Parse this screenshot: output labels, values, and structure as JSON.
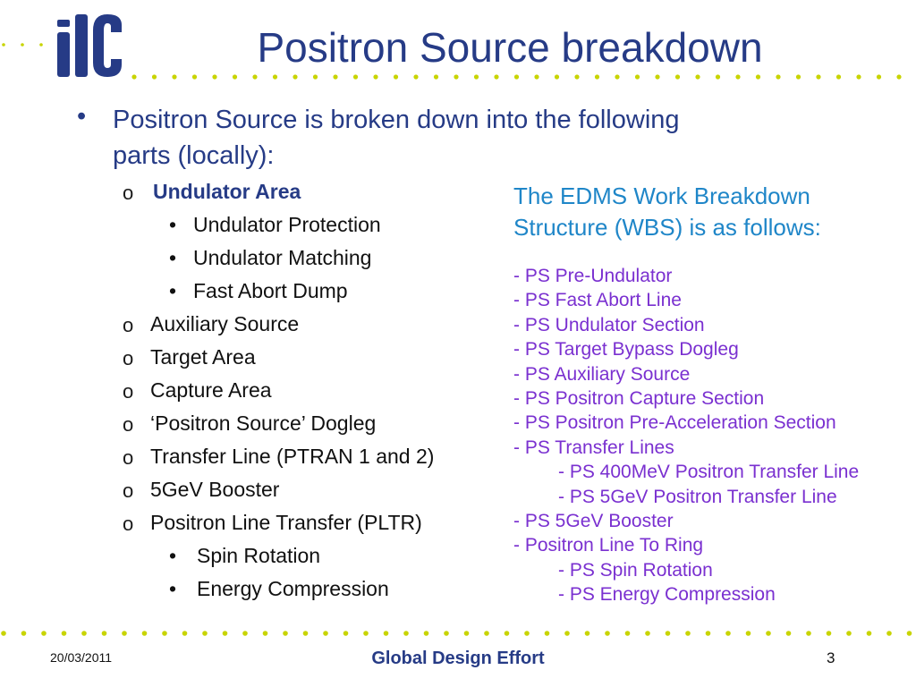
{
  "colors": {
    "title": "#263b86",
    "dots": "#c8d400",
    "logo_blue": "#263b86",
    "wbs_heading": "#1f86c8",
    "wbs_items": "#7a30d0"
  },
  "logo": {
    "text": "ilc"
  },
  "title": "Positron Source breakdown",
  "intro": {
    "bullet": "•",
    "line1": "Positron Source is broken down into the following",
    "line2": "parts (locally):"
  },
  "breakdown": [
    {
      "marker": "o",
      "label": "Undulator Area",
      "children": [
        "Undulator Protection",
        "Undulator Matching",
        "Fast Abort Dump"
      ]
    },
    {
      "marker": "o",
      "label": "Auxiliary Source",
      "children": []
    },
    {
      "marker": "o",
      "label": "Target Area",
      "children": []
    },
    {
      "marker": "o",
      "label": "Capture Area",
      "children": []
    },
    {
      "marker": "o",
      "label": "‘Positron Source’ Dogleg",
      "children": []
    },
    {
      "marker": "o",
      "label": "Transfer Line (PTRAN 1 and 2)",
      "children": []
    },
    {
      "marker": "o",
      "label": "5GeV Booster",
      "children": []
    },
    {
      "marker": "o",
      "label": "Positron Line Transfer (PLTR)",
      "children": [
        "Spin Rotation",
        "Energy Compression"
      ]
    }
  ],
  "wbs": {
    "heading_line1": "The EDMS Work Breakdown",
    "heading_line2": "Structure (WBS) is as follows:",
    "items": [
      "- PS Pre-Undulator",
      "- PS Fast Abort Line",
      "- PS Undulator Section",
      "- PS Target Bypass Dogleg",
      "- PS Auxiliary Source",
      "- PS Positron Capture Section",
      "- PS Positron Pre-Acceleration Section",
      "- PS Transfer Lines",
      "- PS 400MeV Positron Transfer Line",
      "- PS 5GeV Positron Transfer Line",
      "- PS 5GeV Booster",
      "- Positron Line To Ring",
      "- PS Spin Rotation",
      "- PS Energy Compression"
    ]
  },
  "footer": {
    "date": "20/03/2011",
    "center": "Global Design Effort",
    "page": "3"
  }
}
